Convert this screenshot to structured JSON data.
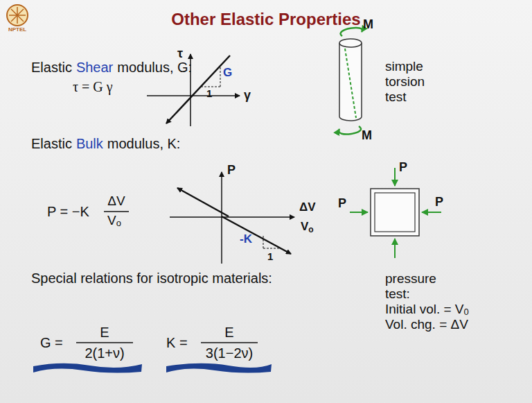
{
  "diagram": {
    "title": "Other Elastic Properties",
    "labels": [
      "Elastic",
      "Shear",
      "modulus, G:",
      "τ = G γ",
      "τ",
      "G",
      "1",
      "γ",
      "M",
      "M",
      "simple",
      "torsion",
      "test",
      "Elastic",
      "Bulk",
      "modulus, K:",
      "P = −K",
      "ΔV",
      "V",
      "o",
      "P",
      "ΔV",
      "V",
      "o",
      "-K",
      "1",
      "P",
      "P",
      "P",
      "Special relations for isotropic materials:",
      "pressure",
      "test:",
      "Initial vol. = V",
      "0",
      "Vol. chg. = ΔV",
      "G =",
      "E",
      "2(1+ν)",
      "K =",
      "E",
      "3(1−2ν)",
      "NPTEL"
    ]
  }
}
